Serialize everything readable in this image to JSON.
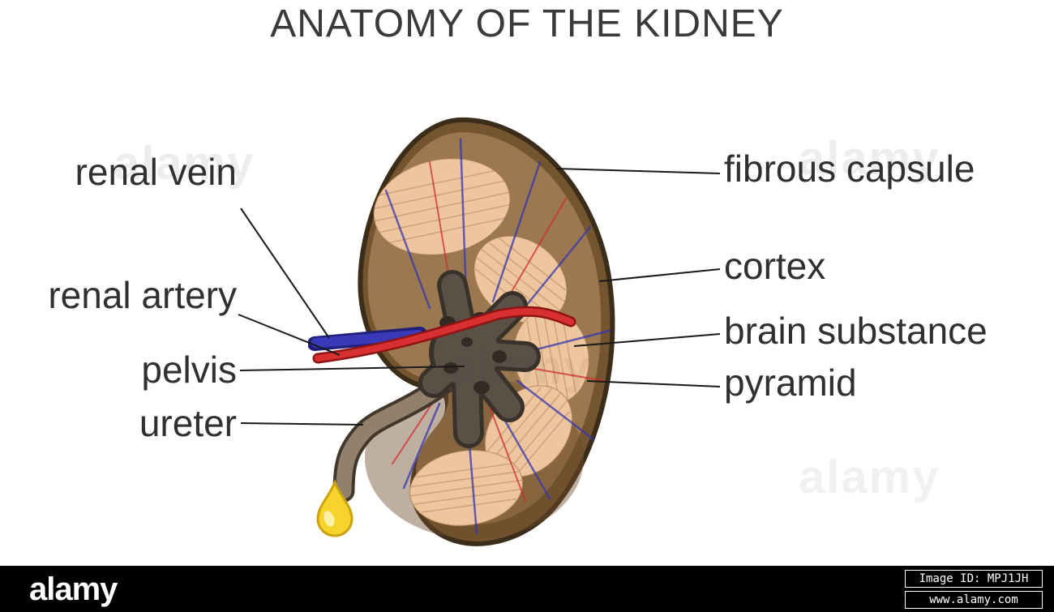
{
  "title": "ANATOMY OF THE KIDNEY",
  "labels": {
    "left": [
      {
        "text": "renal vein"
      },
      {
        "text": "renal artery"
      },
      {
        "text": "pelvis"
      },
      {
        "text": "ureter"
      }
    ],
    "right": [
      {
        "text": "fibrous capsule"
      },
      {
        "text": "cortex"
      },
      {
        "text": "brain substance"
      },
      {
        "text": "pyramid"
      }
    ]
  },
  "watermark": {
    "text": "alamy"
  },
  "footer": {
    "brand": "alamy",
    "image_id": "Image ID: MPJ1JH",
    "website": "www.alamy.com"
  },
  "colors": {
    "capsule_outline": "#3c2d1a",
    "rim_brown": "#74552f",
    "cortex_brown": "#9b784f",
    "pyramid_tan": "#eec69e",
    "pelvis_gray": "#5a5046",
    "vein_blue": "#3a3ab8",
    "artery_red": "#d83030",
    "ureter_gray": "#91806c",
    "drop_yellow": "#f6d42c",
    "label_text": "#303030",
    "footer_bg": "#000000"
  }
}
